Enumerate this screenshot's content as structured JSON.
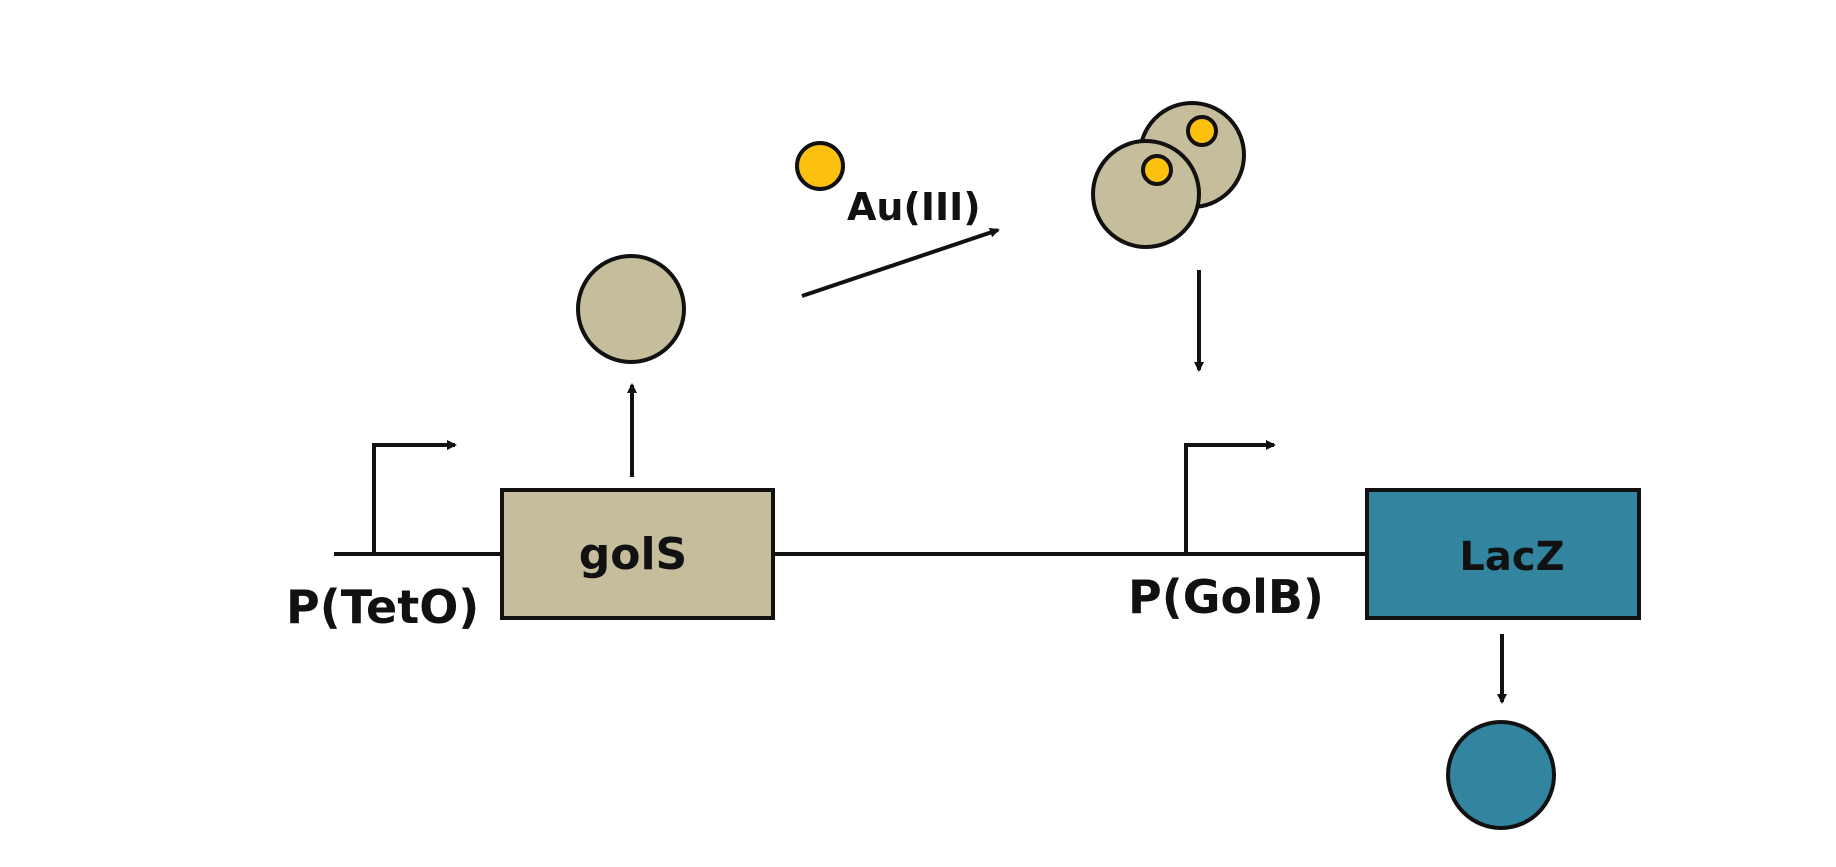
{
  "labels": {
    "promoter_tet": "P(TetO)",
    "gene_gols": "golS",
    "metal_ion": "Au(III)",
    "promoter_golb": "P(GolB)",
    "gene_lacz": "LacZ"
  },
  "colors": {
    "gols_fill": "#c5bd9b",
    "lacz_fill": "#33849f",
    "gold": "#fcc00f",
    "line": "#111111",
    "background": "#ffffff"
  }
}
